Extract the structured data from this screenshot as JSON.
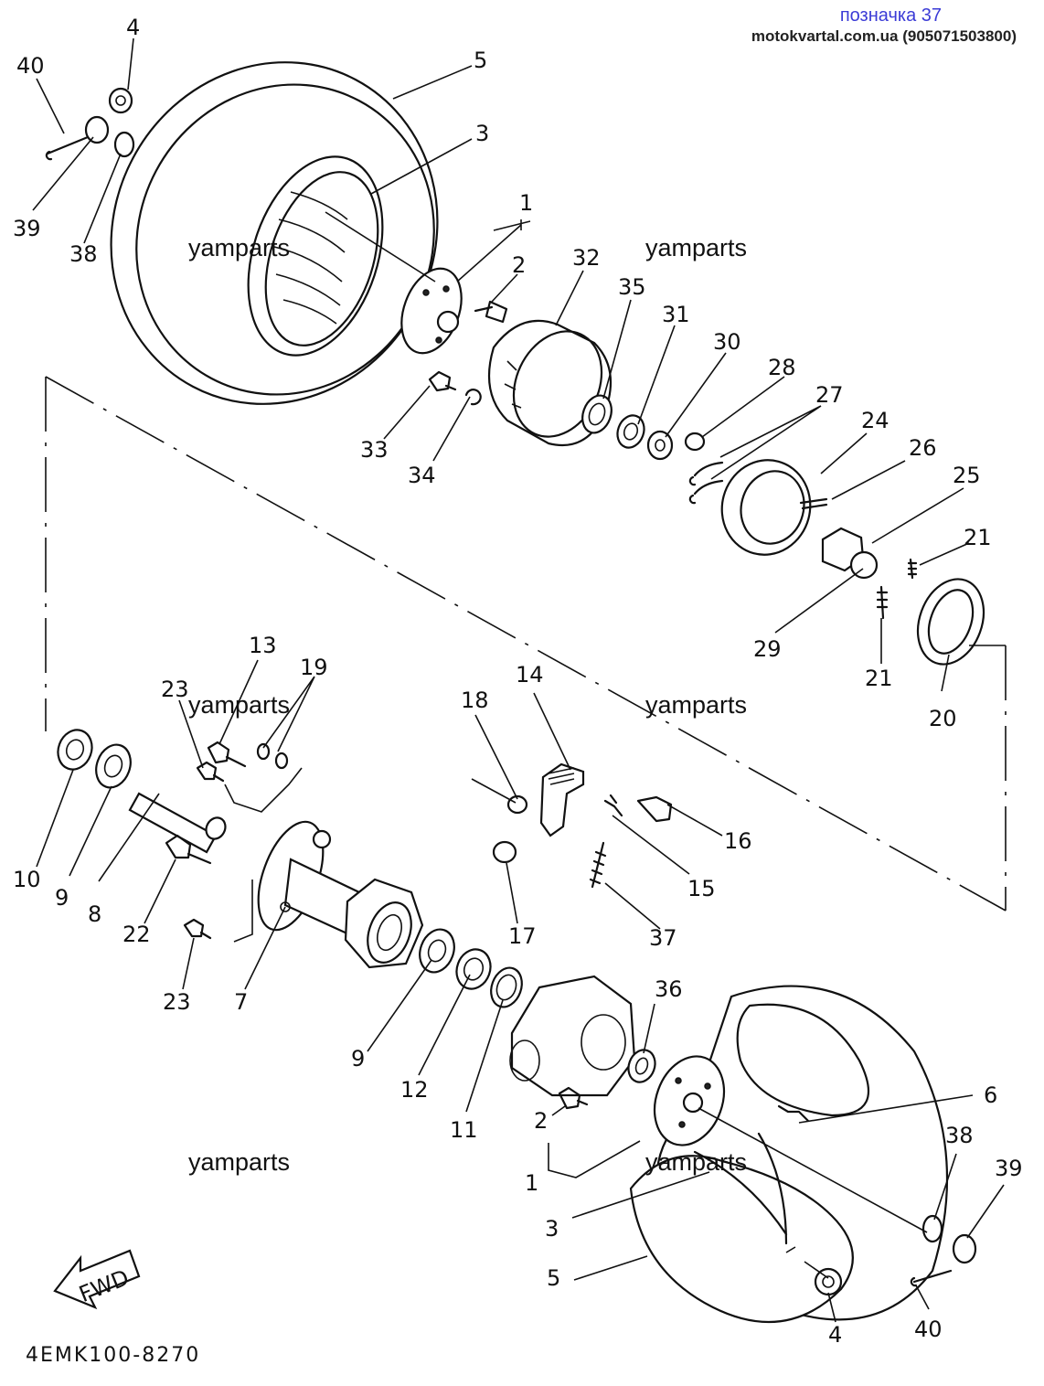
{
  "header": {
    "tag": "позначка 37",
    "source": "motokvartal.com.ua (905071503800)"
  },
  "diagram_code": "4EMK100-8270",
  "watermarks": [
    "yamparts",
    "yamparts",
    "yamparts",
    "yamparts",
    "yamparts",
    "yamparts"
  ],
  "fwd_label": "FWD",
  "part_labels": [
    {
      "id": "lbl-40a",
      "text": "40"
    },
    {
      "id": "lbl-4a",
      "text": "4"
    },
    {
      "id": "lbl-5a",
      "text": "5"
    },
    {
      "id": "lbl-3a",
      "text": "3"
    },
    {
      "id": "lbl-39a",
      "text": "39"
    },
    {
      "id": "lbl-38a",
      "text": "38"
    },
    {
      "id": "lbl-1a",
      "text": "1"
    },
    {
      "id": "lbl-2a",
      "text": "2"
    },
    {
      "id": "lbl-32",
      "text": "32"
    },
    {
      "id": "lbl-35",
      "text": "35"
    },
    {
      "id": "lbl-31",
      "text": "31"
    },
    {
      "id": "lbl-30",
      "text": "30"
    },
    {
      "id": "lbl-28",
      "text": "28"
    },
    {
      "id": "lbl-27",
      "text": "27"
    },
    {
      "id": "lbl-24",
      "text": "24"
    },
    {
      "id": "lbl-26",
      "text": "26"
    },
    {
      "id": "lbl-25",
      "text": "25"
    },
    {
      "id": "lbl-33",
      "text": "33"
    },
    {
      "id": "lbl-34",
      "text": "34"
    },
    {
      "id": "lbl-21a",
      "text": "21"
    },
    {
      "id": "lbl-29",
      "text": "29"
    },
    {
      "id": "lbl-21b",
      "text": "21"
    },
    {
      "id": "lbl-20",
      "text": "20"
    },
    {
      "id": "lbl-13",
      "text": "13"
    },
    {
      "id": "lbl-19",
      "text": "19"
    },
    {
      "id": "lbl-23a",
      "text": "23"
    },
    {
      "id": "lbl-14",
      "text": "14"
    },
    {
      "id": "lbl-18",
      "text": "18"
    },
    {
      "id": "lbl-16",
      "text": "16"
    },
    {
      "id": "lbl-15",
      "text": "15"
    },
    {
      "id": "lbl-17",
      "text": "17"
    },
    {
      "id": "lbl-37",
      "text": "37"
    },
    {
      "id": "lbl-10",
      "text": "10"
    },
    {
      "id": "lbl-9a",
      "text": "9"
    },
    {
      "id": "lbl-8",
      "text": "8"
    },
    {
      "id": "lbl-22",
      "text": "22"
    },
    {
      "id": "lbl-23b",
      "text": "23"
    },
    {
      "id": "lbl-7",
      "text": "7"
    },
    {
      "id": "lbl-9b",
      "text": "9"
    },
    {
      "id": "lbl-12",
      "text": "12"
    },
    {
      "id": "lbl-11",
      "text": "11"
    },
    {
      "id": "lbl-36",
      "text": "36"
    },
    {
      "id": "lbl-2b",
      "text": "2"
    },
    {
      "id": "lbl-1b",
      "text": "1"
    },
    {
      "id": "lbl-6",
      "text": "6"
    },
    {
      "id": "lbl-38b",
      "text": "38"
    },
    {
      "id": "lbl-39b",
      "text": "39"
    },
    {
      "id": "lbl-3b",
      "text": "3"
    },
    {
      "id": "lbl-5b",
      "text": "5"
    },
    {
      "id": "lbl-4b",
      "text": "4"
    },
    {
      "id": "lbl-40b",
      "text": "40"
    }
  ]
}
